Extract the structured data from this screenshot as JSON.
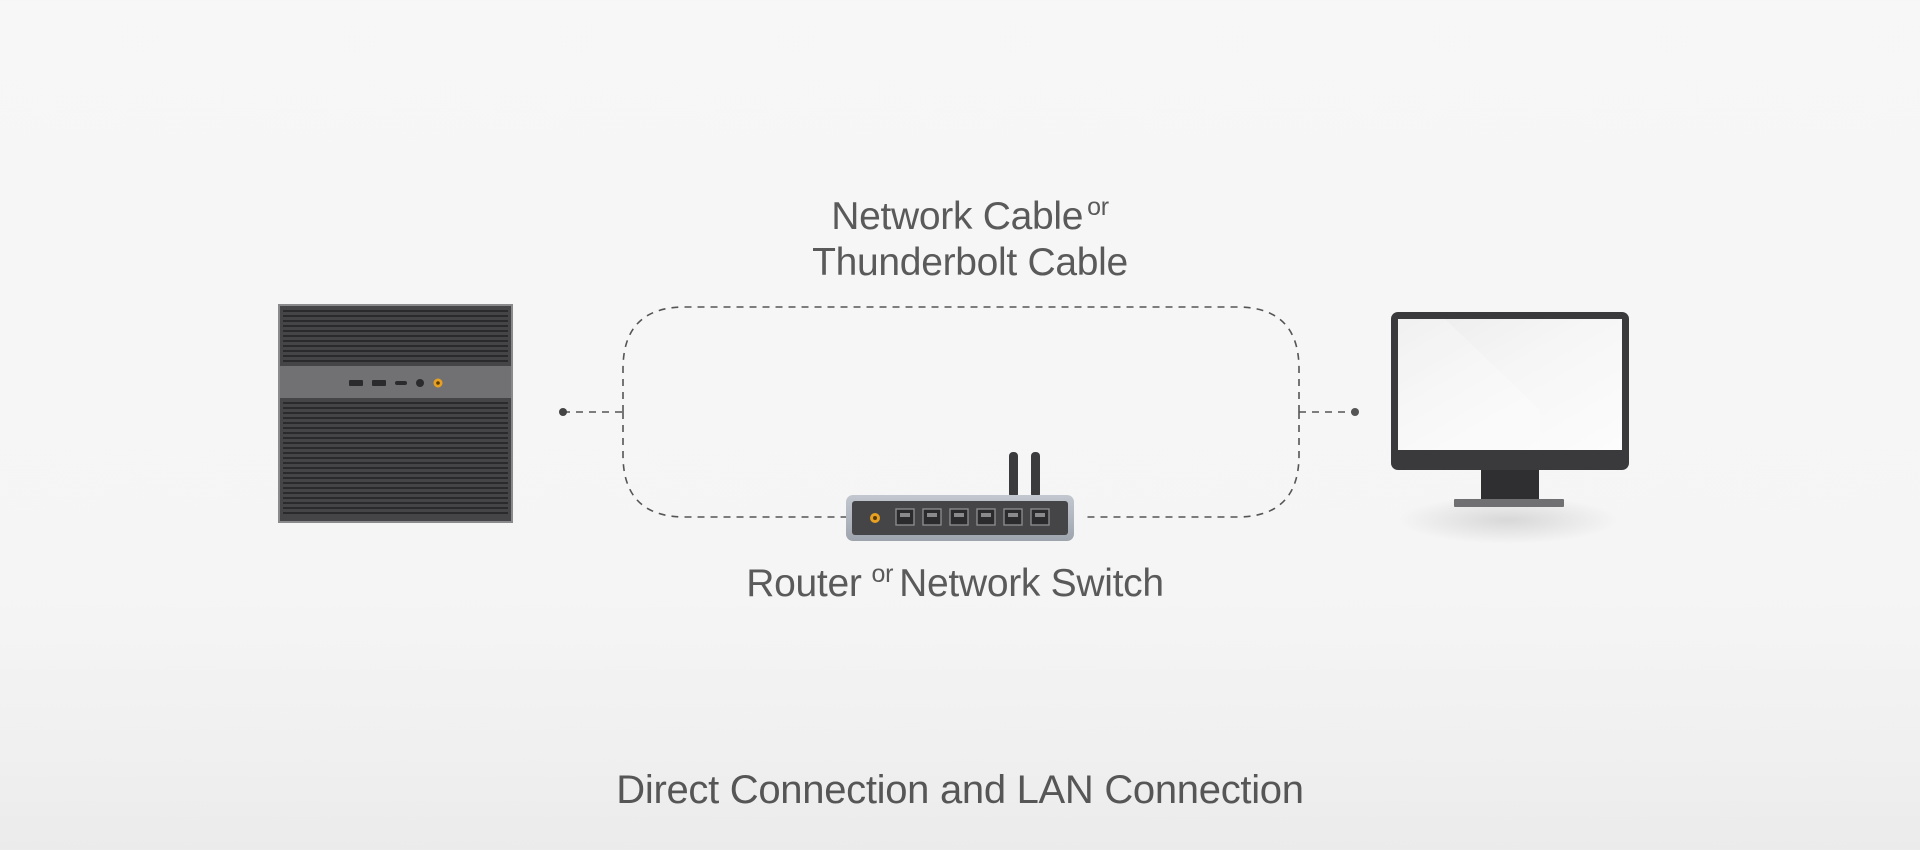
{
  "labels": {
    "cable_line1": "Network Cable",
    "cable_or": "or",
    "cable_line2": "Thunderbolt Cable",
    "router_part1": "Router",
    "router_or": "or",
    "router_part2": "Network Switch"
  },
  "footer": {
    "title": "Direct Connection and LAN Connection"
  },
  "devices": {
    "left": "mini-pc-icon",
    "center": "router-icon",
    "right": "monitor-icon"
  },
  "colors": {
    "background": "#f6f6f6",
    "text": "#5a5a5a",
    "device_dark": "#3e3e40",
    "device_panel": "#707072",
    "port_accent": "#e8a020",
    "connector": "#555555"
  }
}
